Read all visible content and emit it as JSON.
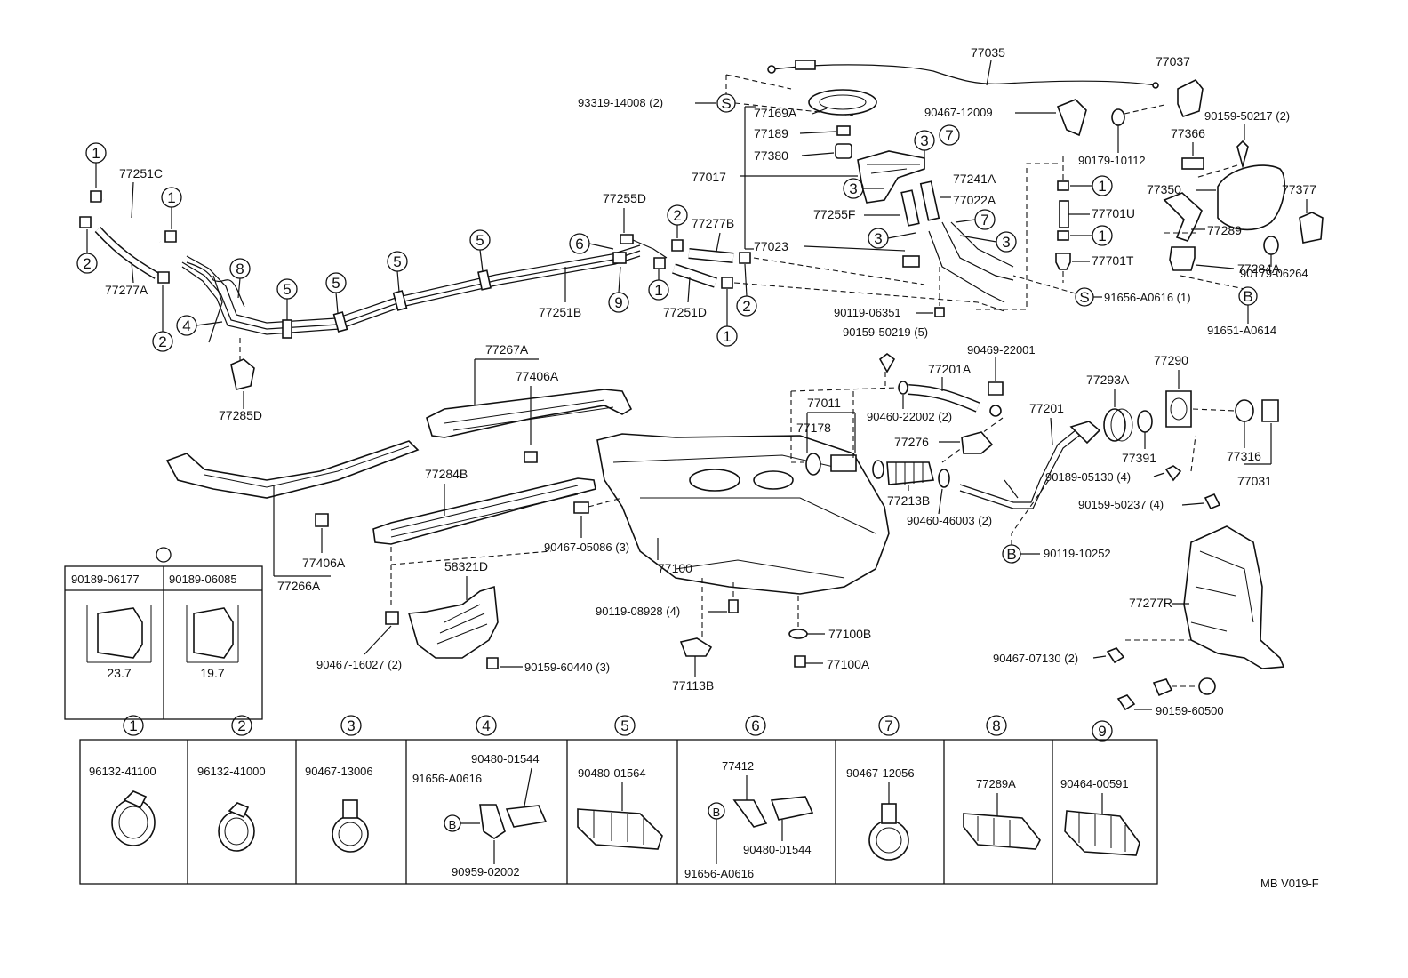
{
  "labels": {
    "77035": "77035",
    "77037": "77037",
    "93319_14008": "93319-14008 (2)",
    "77169A": "77169A",
    "77189": "77189",
    "77380": "77380",
    "77017": "77017",
    "77255F": "77255F",
    "77023": "77023",
    "77241A": "77241A",
    "77022A": "77022A",
    "90467_12009": "90467-12009",
    "90179_10112": "90179-10112",
    "77366": "77366",
    "90159_50217": "90159-50217 (2)",
    "77350": "77350",
    "77377": "77377",
    "77701U": "77701U",
    "77701T": "77701T",
    "77289": "77289",
    "90179_06264": "90179-06264",
    "77284A": "77284A",
    "91656_A0616_1": "91656-A0616 (1)",
    "91651_A0614": "91651-A0614",
    "90119_06351": "90119-06351",
    "90159_50219": "90159-50219 (5)",
    "77251C": "77251C",
    "77277A": "77277A",
    "77255D": "77255D",
    "77277B": "77277B",
    "77251B": "77251B",
    "77251D": "77251D",
    "77285D": "77285D",
    "77267A": "77267A",
    "77406A_top": "77406A",
    "77284B": "77284B",
    "77406A_bot": "77406A",
    "77266A": "77266A",
    "58321D": "58321D",
    "90467_16027": "90467-16027 (2)",
    "90159_60440": "90159-60440 (3)",
    "90467_05086": "90467-05086 (3)",
    "77100": "77100",
    "90119_08928": "90119-08928 (4)",
    "77113B": "77113B",
    "77100B": "77100B",
    "77100A": "77100A",
    "77011": "77011",
    "77178": "77178",
    "77201A": "77201A",
    "90469_22001": "90469-22001",
    "90460_22002": "90460-22002 (2)",
    "77276": "77276",
    "77213B": "77213B",
    "90460_46003": "90460-46003 (2)",
    "77201": "77201",
    "77293A": "77293A",
    "77290": "77290",
    "77391": "77391",
    "77316": "77316",
    "77031": "77031",
    "90189_05130": "90189-05130 (4)",
    "90159_50237": "90159-50237 (4)",
    "90119_10252": "90119-10252",
    "77277R": "77277R",
    "90467_07130": "90467-07130 (2)",
    "90159_60500": "90159-60500",
    "mb": "MB V019-F"
  },
  "detail_box": {
    "col1": "90189-06177",
    "col2": "90189-06085",
    "dim1": "23.7",
    "dim2": "19.7"
  },
  "legend": [
    {
      "num": "1",
      "part": "96132-41100"
    },
    {
      "num": "2",
      "part": "96132-41000"
    },
    {
      "num": "3",
      "part": "90467-13006"
    },
    {
      "num": "4",
      "part_a": "90480-01544",
      "part_b": "91656-A0616",
      "part_c": "90959-02002"
    },
    {
      "num": "5",
      "part": "90480-01564"
    },
    {
      "num": "6",
      "part_a": "77412",
      "part_b": "90480-01544",
      "part_c": "91656-A0616"
    },
    {
      "num": "7",
      "part": "90467-12056"
    },
    {
      "num": "8",
      "part": "77289A"
    },
    {
      "num": "9",
      "part": "90464-00591"
    }
  ],
  "markers": {
    "one": "1",
    "two": "2",
    "three": "3",
    "four": "4",
    "five": "5",
    "six": "6",
    "seven": "7",
    "eight": "8",
    "nine": "9",
    "S": "S",
    "B": "B"
  }
}
